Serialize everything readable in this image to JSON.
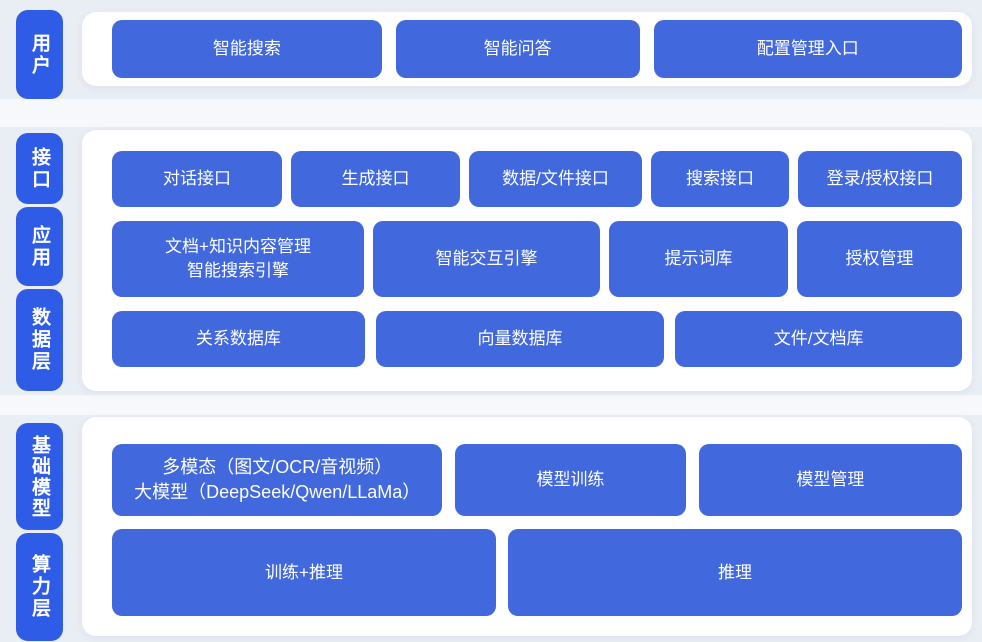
{
  "colors": {
    "page_bg": "#e9edf4",
    "panel_bg": "#ffffff",
    "pill_blue": "#2e5ce6",
    "block_blue": "#4168dc",
    "text": "#ffffff"
  },
  "sections": [
    {
      "id": "user-layer",
      "labels": [
        {
          "text": "用户"
        }
      ],
      "rows": [
        {
          "buttons": [
            {
              "label": "智能搜索"
            },
            {
              "label": "智能问答"
            },
            {
              "label": "配置管理入口"
            }
          ]
        }
      ]
    },
    {
      "id": "interface-application-data-layer",
      "labels": [
        {
          "text": "接口"
        },
        {
          "text": "应用"
        },
        {
          "text": "数据层"
        }
      ],
      "rows": [
        {
          "buttons": [
            {
              "label": "对话接口"
            },
            {
              "label": "生成接口"
            },
            {
              "label": "数据/文件接口"
            },
            {
              "label": "搜索接口"
            },
            {
              "label": "登录/授权接口"
            }
          ]
        },
        {
          "buttons": [
            {
              "label": "文档+知识内容管理\n智能搜索引擎"
            },
            {
              "label": "智能交互引擎"
            },
            {
              "label": "提示词库"
            },
            {
              "label": "授权管理"
            }
          ]
        },
        {
          "buttons": [
            {
              "label": "关系数据库"
            },
            {
              "label": "向量数据库"
            },
            {
              "label": "文件/文档库"
            }
          ]
        }
      ]
    },
    {
      "id": "foundation-compute-layer",
      "labels": [
        {
          "text": "基础模型"
        },
        {
          "text": "算力层"
        }
      ],
      "rows": [
        {
          "buttons": [
            {
              "label": "多模态（图文/OCR/音视频）\n大模型（DeepSeek/Qwen/LLaMa）"
            },
            {
              "label": "模型训练"
            },
            {
              "label": "模型管理"
            }
          ]
        },
        {
          "buttons": [
            {
              "label": "训练+推理"
            },
            {
              "label": "推理"
            }
          ]
        }
      ]
    }
  ]
}
